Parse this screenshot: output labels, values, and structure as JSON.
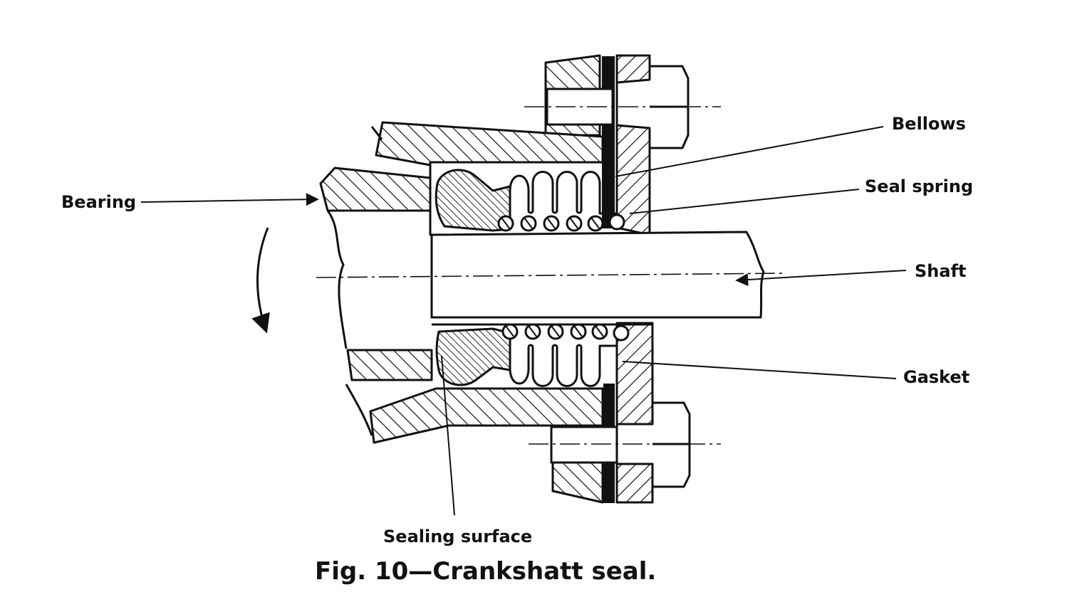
{
  "labels": {
    "bellows": "Bellows",
    "seal_spring": "Seal spring",
    "shaft": "Shaft",
    "gasket": "Gasket",
    "bearing": "Bearing",
    "sealing_surface": "Sealing surface"
  },
  "caption": "Fig. 10—Crankshatt seal."
}
